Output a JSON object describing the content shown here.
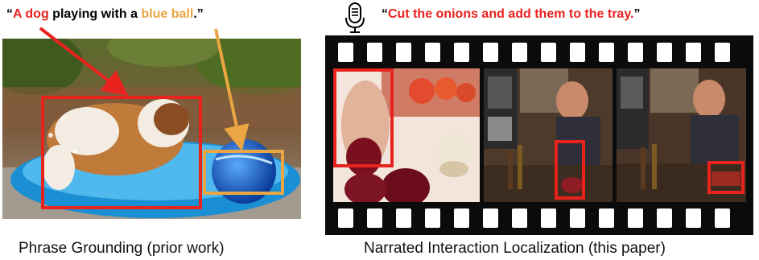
{
  "left": {
    "quote_open": "“",
    "quote_part1": "A dog",
    "quote_part2": " playing with a ",
    "quote_part3": "blue ball",
    "quote_close": ".”",
    "caption": "Phrase Grounding (prior work)"
  },
  "right": {
    "quote_open": "“",
    "quote_text": "Cut the onions and add them to the tray.",
    "quote_close": "”",
    "caption": "Narrated Interaction Localization (this paper)",
    "icon": "microphone-icon"
  },
  "colors": {
    "red": "#e8231e",
    "orange": "#e9a643",
    "film": "#0b0b0b"
  }
}
